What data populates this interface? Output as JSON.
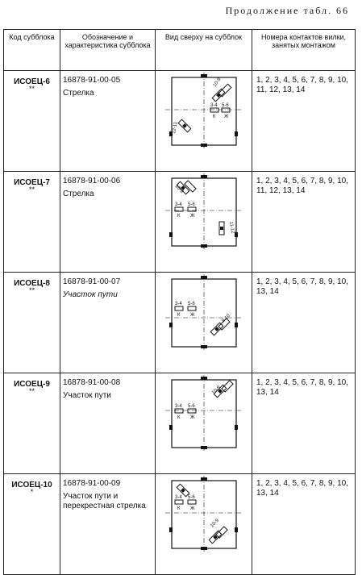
{
  "caption": "Продолжение табл. 66",
  "headers": {
    "code": "Код субблока",
    "designation": "Обозначение и характеристика субблока",
    "view": "Вид сверху на субблок",
    "contacts": "Номера контактов вилки, занятых монтажом"
  },
  "rows": [
    {
      "code": "ИСОЕЦ-6",
      "mark": "**",
      "number": "16878-91-00-05",
      "name": "Стрелка",
      "contacts": "1, 2, 3, 4, 5, 6, 7, 8, 9, 10, 11, 12, 13, 14",
      "labels": {
        "a": "3-4",
        "b": "5-6",
        "c": "12-11",
        "d": "10-9",
        "k": "К",
        "zh": "Ж"
      }
    },
    {
      "code": "ИСОЕЦ-7",
      "mark": "**",
      "number": "16878-91-00-06",
      "name": "Стрелка",
      "contacts": "1, 2, 3, 4, 5, 6, 7, 8, 9, 10, 11, 12, 13, 14",
      "labels": {
        "a": "3-4",
        "b": "5-6",
        "c": "10-9",
        "d": "11-12",
        "k": "К",
        "zh": "Ж"
      }
    },
    {
      "code": "ИСОЕЦ-8",
      "mark": "**",
      "number": "16878-91-00-07",
      "name": "Участок пути",
      "contacts": "1, 2, 3, 4, 5, 6, 7, 8, 9, 10, 13, 14",
      "labels": {
        "a": "3-4",
        "b": "5-6",
        "c": "9-10",
        "k": "К",
        "zh": "Ж"
      }
    },
    {
      "code": "ИСОЕЦ-9",
      "mark": "**",
      "number": "16878-91-00-08",
      "name": "Участок пути",
      "contacts": "1, 2, 3, 4, 5, 6, 7, 8, 9, 10, 13, 14",
      "labels": {
        "a": "3-4",
        "b": "5-6",
        "c": "10-9",
        "k": "К",
        "zh": "Ж"
      }
    },
    {
      "code": "ИСОЕЦ-10",
      "mark": "*",
      "number": "16878-91-00-09",
      "name": "Участок пути и перекрестная стрелка",
      "contacts": "1, 2, 3, 4, 5, 6, 7, 8, 9, 10, 13, 14",
      "labels": {
        "a": "3-4",
        "b": "5-6",
        "c": "10-9",
        "k": "К",
        "zh": "Ж"
      }
    }
  ]
}
